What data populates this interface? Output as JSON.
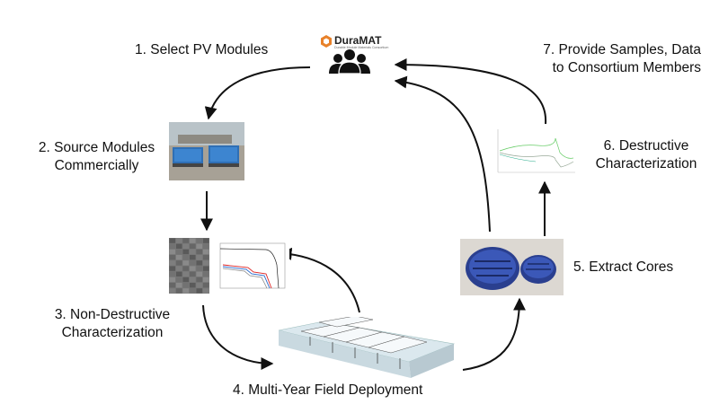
{
  "logo": {
    "name": "DuraMAT",
    "tagline": "Durable Module Materials Consortium",
    "accent": "#e8812a"
  },
  "steps": [
    {
      "lines": [
        "1. Select PV Modules"
      ]
    },
    {
      "lines": [
        "2. Source Modules",
        "Commercially"
      ]
    },
    {
      "lines": [
        "3. Non-Destructive",
        "Characterization"
      ]
    },
    {
      "lines": [
        "4. Multi-Year Field Deployment"
      ]
    },
    {
      "lines": [
        "5. Extract Cores"
      ]
    },
    {
      "lines": [
        "6. Destructive",
        "Characterization"
      ]
    },
    {
      "lines": [
        "7. Provide Samples, Data",
        "to Consortium Members"
      ]
    }
  ],
  "icons": {
    "people": "people-group-icon",
    "modules_photo": "pv-modules-photo",
    "el_image": "electroluminescence-image",
    "iv_plot": "iv-curve-plot",
    "field_array": "solar-array-icon",
    "cores_photo": "module-cores-photo",
    "destructive_plot": "destructive-characterization-plot"
  },
  "colors": {
    "arrow": "#111111",
    "module_blue": "#2f6fb5",
    "core_blue": "#2a3f8f"
  }
}
